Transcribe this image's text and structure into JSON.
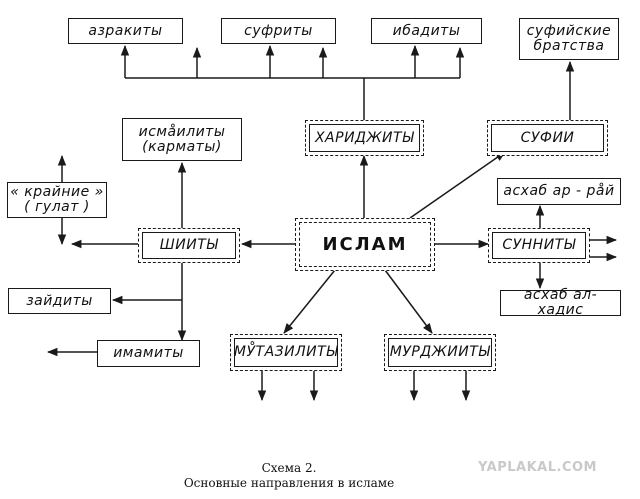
{
  "nodes": {
    "azrakity": "азракиты",
    "sufrity": "суфриты",
    "ibadity": "ибадиты",
    "sufiiskie": "суфийские\nбратства",
    "ismaility": "исма̊илиты\n(карматы)",
    "kharidzhity": "ХАРИДЖИТЫ",
    "sufii": "СУФИИ",
    "krainie": "« крайние »\n( гулат )",
    "ashab_ar_rai": "асхаб ар - ра̊й",
    "shiity": "ШИИТЫ",
    "islam": "ИСЛАМ",
    "sunnity": "СУННИТЫ",
    "zaidity": "зайдиты",
    "ashab_al_hadis": "асхаб ал-хадис",
    "imamity": "имамиты",
    "mutazility": "МУ̊ТАЗИЛИТЫ",
    "murdzhiity": "МУРДЖИИТЫ"
  },
  "caption": {
    "line1": "Схема 2.",
    "line2": "Основные направления в исламе"
  },
  "watermark": "YAPLAKAL.COM"
}
